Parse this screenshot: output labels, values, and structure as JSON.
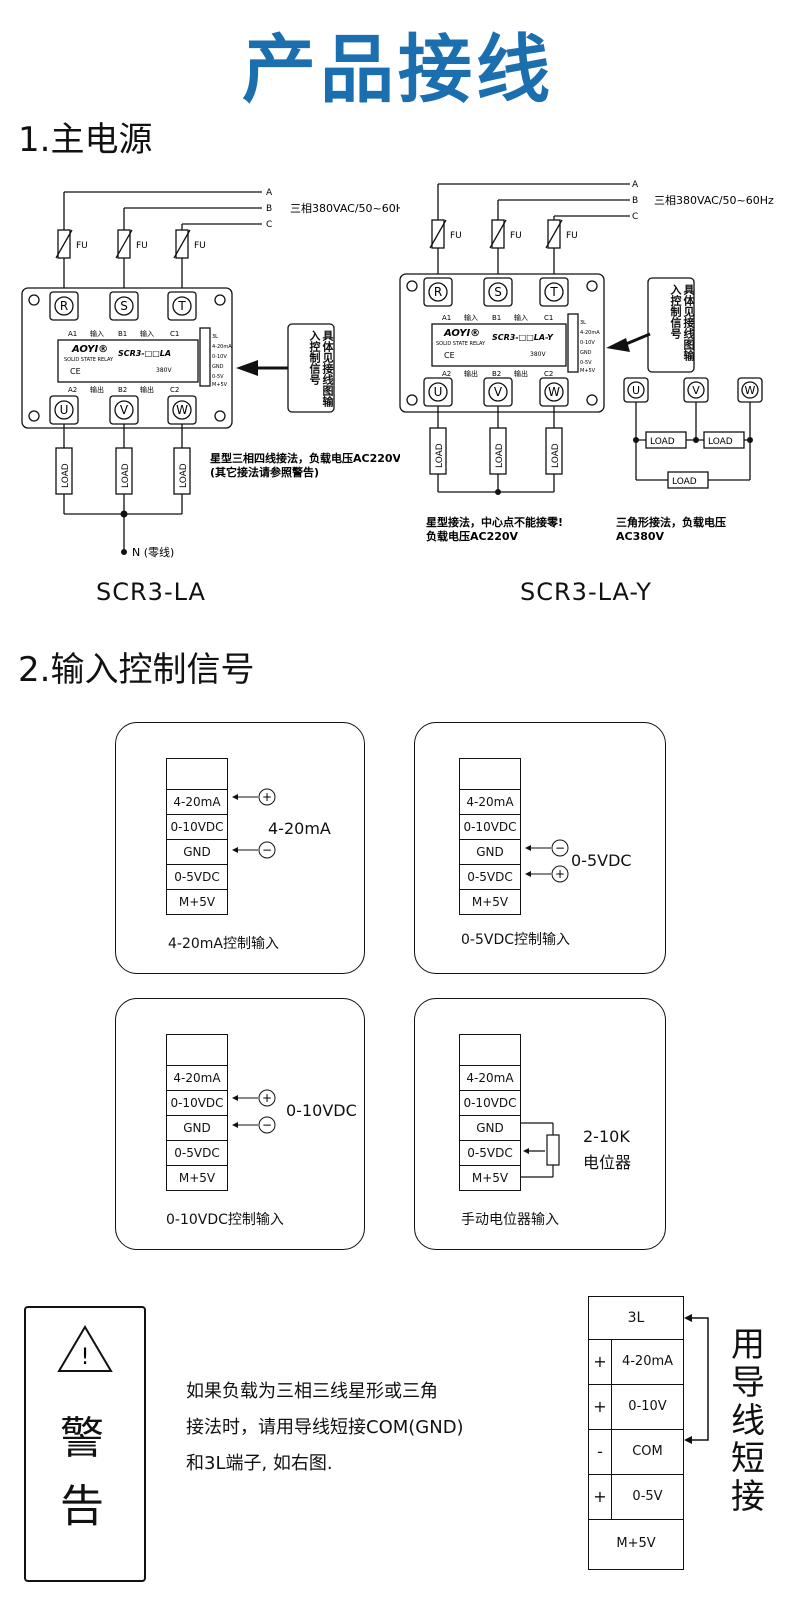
{
  "title": "产品接线",
  "section1": {
    "heading": "1.主电源"
  },
  "section2": {
    "heading": "2.输入控制信号"
  },
  "wiring": {
    "phases": [
      "A",
      "B",
      "C"
    ],
    "supply": "三相380VAC/50~60Hz",
    "fuse": "FU",
    "input_terminals": [
      "R",
      "S",
      "T"
    ],
    "output_terminals": [
      "U",
      "V",
      "W"
    ],
    "load": "LOAD",
    "callout": "具体见接线图输入控制信号",
    "relay_brand": "AOYI®",
    "relay_sub": "SOLID STATE RELAY",
    "relay_model_la": "SCR3-□□LA",
    "relay_model_lay": "SCR3-□□LA-Y",
    "relay_volt": "380V",
    "relay_mark": "CE",
    "relay_side_labels": [
      "3L",
      "4-20mA",
      "0-10V",
      "GND",
      "0-5V",
      "M+5V"
    ],
    "relay_top_labels": [
      "A1",
      "输入",
      "B1",
      "输入",
      "C1"
    ],
    "relay_bot_labels": [
      "A2",
      "输出",
      "B2",
      "输出",
      "C2"
    ],
    "neutral": "N (零线)",
    "note_la_1": "星型三相四线接法，负载电压AC220V",
    "note_la_2": "(其它接法请参照警告)",
    "note_y_1": "星型接法，中心点不能接零!",
    "note_y_2": "负载电压AC220V",
    "note_delta_1": "三角形接法，负载电压",
    "note_delta_2": "AC380V",
    "model_la": "SCR3-LA",
    "model_lay": "SCR3-LA-Y"
  },
  "terminals": [
    "4-20mA",
    "0-10VDC",
    "GND",
    "0-5VDC",
    "M+5V"
  ],
  "panels": [
    {
      "signal": "4-20mA",
      "caption": "4-20mA控制输入"
    },
    {
      "signal": "0-5VDC",
      "caption": "0-5VDC控制输入"
    },
    {
      "signal": "0-10VDC",
      "caption": "0-10VDC控制输入"
    },
    {
      "signal_1": "2-10K",
      "signal_2": "电位器",
      "caption": "手动电位器输入"
    }
  ],
  "symbols": {
    "plus": "+",
    "minus": "−"
  },
  "warning": {
    "icon_text": "!",
    "word_1": "警",
    "word_2": "告",
    "line_1": "如果负载为三相三线星形或三角",
    "line_2": "接法时，请用导线短接COM(GND)",
    "line_3": "和3L端子, 如右图.",
    "table": [
      {
        "sign": "",
        "label": "3L"
      },
      {
        "sign": "+",
        "label": "4-20mA"
      },
      {
        "sign": "+",
        "label": "0-10V"
      },
      {
        "sign": "-",
        "label": "COM"
      },
      {
        "sign": "+",
        "label": "0-5V"
      },
      {
        "sign": "",
        "label": "M+5V"
      }
    ],
    "vertical": [
      "用",
      "导",
      "线",
      "短",
      "接"
    ]
  }
}
